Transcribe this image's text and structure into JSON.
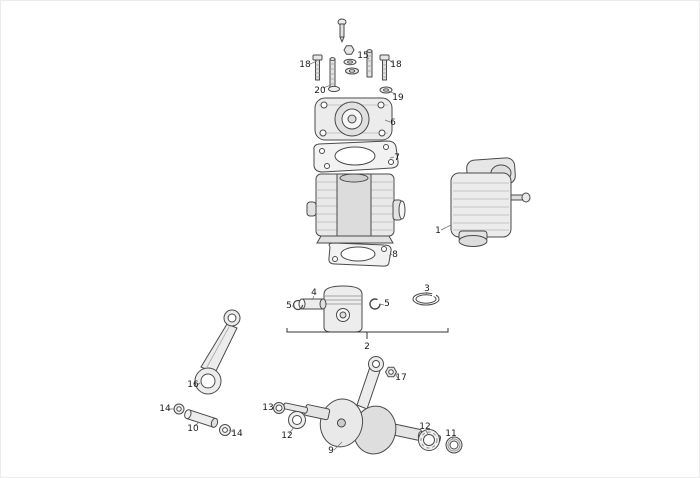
{
  "diagram": {
    "kind": "engine-exploded-parts-diagram",
    "colors": {
      "background": "#ffffff",
      "line": "#4a4a4a",
      "metal_fill": "#ececec",
      "label_text": "#1a1a1a"
    },
    "labels": [
      {
        "text": "18"
      },
      {
        "text": "20"
      },
      {
        "text": "15"
      },
      {
        "text": "18"
      },
      {
        "text": "19"
      },
      {
        "text": "6"
      },
      {
        "text": "7"
      },
      {
        "text": "8"
      },
      {
        "text": "1"
      },
      {
        "text": "5"
      },
      {
        "text": "4"
      },
      {
        "text": "5"
      },
      {
        "text": "3"
      },
      {
        "text": "2"
      },
      {
        "text": "16"
      },
      {
        "text": "17"
      },
      {
        "text": "14"
      },
      {
        "text": "10"
      },
      {
        "text": "14"
      },
      {
        "text": "13"
      },
      {
        "text": "12"
      },
      {
        "text": "12"
      },
      {
        "text": "11"
      },
      {
        "text": "9"
      }
    ]
  }
}
